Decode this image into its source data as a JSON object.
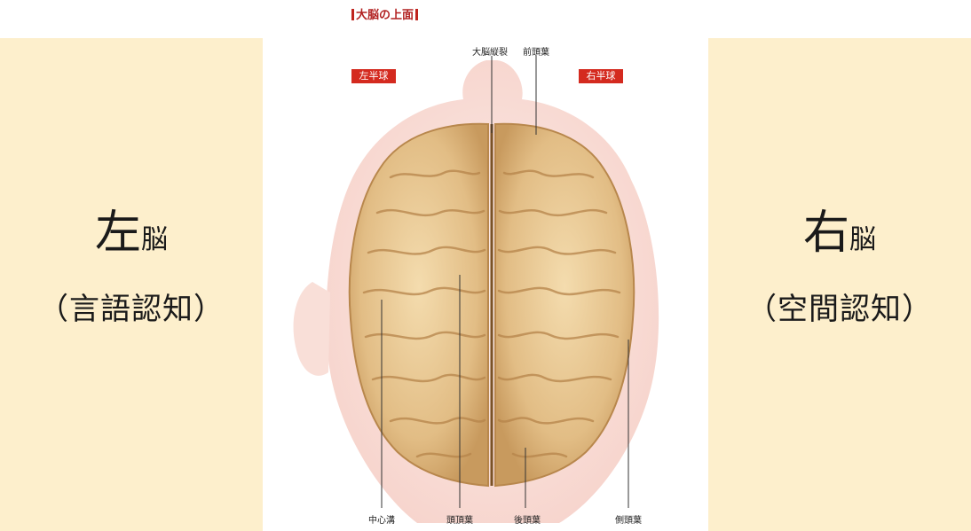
{
  "diagram": {
    "title": "大脳の上面",
    "left_badge": "左半球",
    "right_badge": "右半球",
    "labels": {
      "longitudinal_fissure": "大脳縦裂",
      "frontal_lobe": "前頭葉",
      "central_sulcus": "中心溝",
      "parietal_lobe": "頭頂葉",
      "occipital_lobe": "後頭葉",
      "temporal_lobe": "側頭葉"
    }
  },
  "left_panel": {
    "hemisphere_big": "左",
    "hemisphere_small": "脳",
    "function": "（言語認知）"
  },
  "right_panel": {
    "hemisphere_big": "右",
    "hemisphere_small": "脳",
    "function": "（空間認知）"
  },
  "colors": {
    "panel_bg": "#fdefcc",
    "badge_red": "#d42a1f",
    "brain_tan": "#e6c48f",
    "skin": "#f8dcd6"
  }
}
